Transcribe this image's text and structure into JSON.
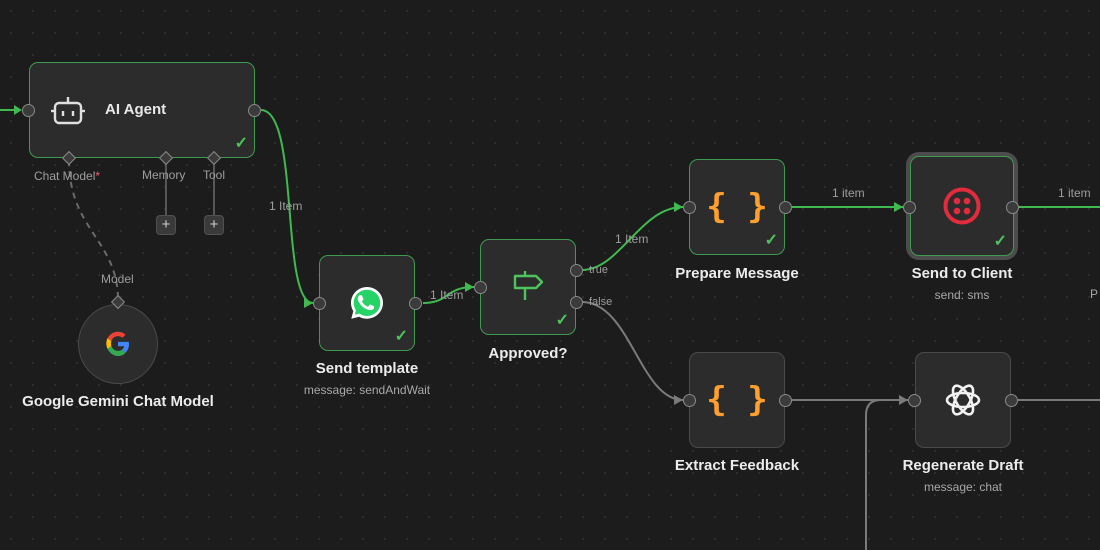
{
  "canvas": {
    "background": "#1c1c1c",
    "accent_success": "#4cc35c",
    "connector_active": "#3fb950",
    "connector_idle": "#7a7a7a"
  },
  "ai_agent": {
    "label": "AI Agent",
    "icon": "robot-icon",
    "sub_ports": {
      "chat_model": "Chat Model",
      "chat_model_required_mark": "*",
      "memory": "Memory",
      "tool": "Tool"
    },
    "add_label": "+"
  },
  "gemini": {
    "label": "Google Gemini Chat Model",
    "port_label": "Model",
    "icon": "google-g-icon"
  },
  "send_template": {
    "label": "Send template",
    "sub": "message: sendAndWait",
    "icon": "whatsapp-icon"
  },
  "approved": {
    "label": "Approved?",
    "icon": "signpost-icon",
    "true_label": "true",
    "false_label": "false"
  },
  "prepare_message": {
    "label": "Prepare Message",
    "icon": "code-braces-icon",
    "brace_color": "#ff9f2e"
  },
  "send_to_client": {
    "label": "Send to Client",
    "sub": "send: sms",
    "icon": "twilio-icon",
    "icon_color": "#e22b3c"
  },
  "extract_feedback": {
    "label": "Extract Feedback",
    "icon": "code-braces-icon"
  },
  "regenerate_draft": {
    "label": "Regenerate Draft",
    "sub": "message: chat",
    "icon": "openai-icon"
  },
  "edges": {
    "agent_to_template": "1 Item",
    "template_to_approved": "1 Item",
    "approved_to_prepare": "1 Item",
    "prepare_to_send": "1 item",
    "send_to_next": "1 item"
  },
  "cut_off_label": "P"
}
